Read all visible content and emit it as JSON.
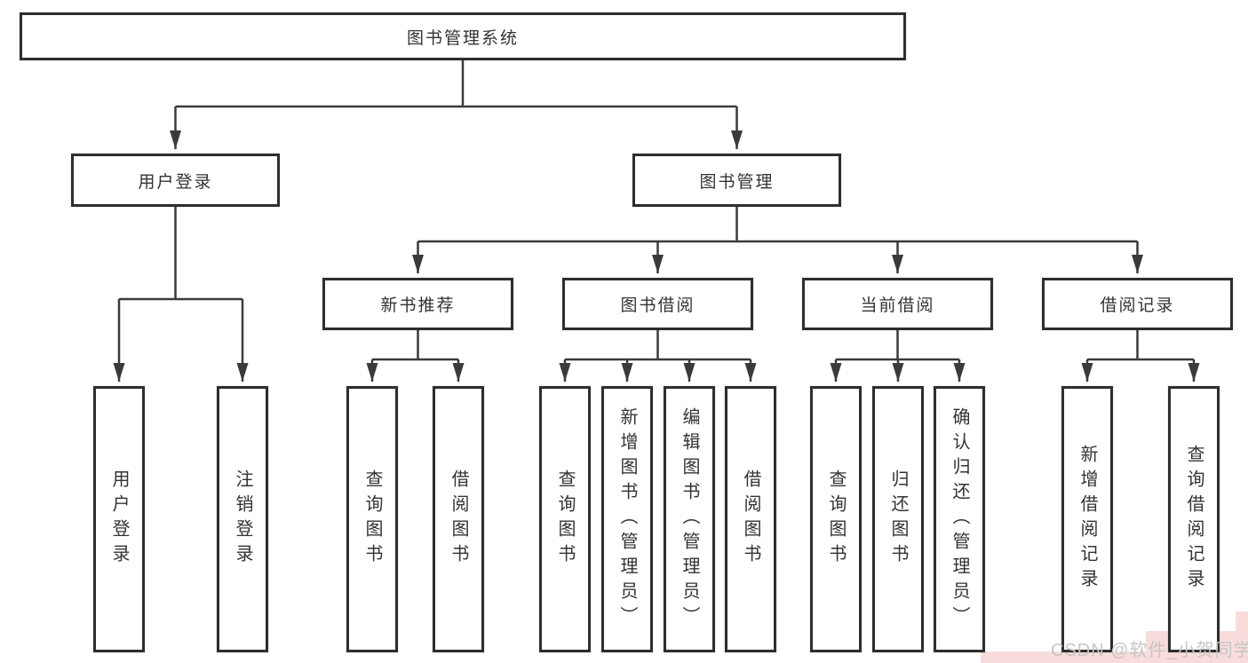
{
  "tree": {
    "root": {
      "label": "图书管理系统",
      "children": [
        {
          "label": "用户登录",
          "children": [
            {
              "label": "用户登录"
            },
            {
              "label": "注销登录"
            }
          ]
        },
        {
          "label": "图书管理",
          "children": [
            {
              "label": "新书推荐",
              "children": [
                {
                  "label": "查询图书"
                },
                {
                  "label": "借阅图书"
                }
              ]
            },
            {
              "label": "图书借阅",
              "children": [
                {
                  "label": "查询图书"
                },
                {
                  "label": "新增图书（管理员）"
                },
                {
                  "label": "编辑图书（管理员）"
                },
                {
                  "label": "借阅图书"
                }
              ]
            },
            {
              "label": "当前借阅",
              "children": [
                {
                  "label": "查询图书"
                },
                {
                  "label": "归还图书"
                },
                {
                  "label": "确认归还（管理员）"
                }
              ]
            },
            {
              "label": "借阅记录",
              "children": [
                {
                  "label": "新增借阅记录"
                },
                {
                  "label": "查询借阅记录"
                }
              ]
            }
          ]
        }
      ]
    }
  },
  "watermark": {
    "text": "CSDN @软件_小贺同学"
  },
  "colors": {
    "line": "#3a3a3a",
    "box_border": "#2e2e2e",
    "box_fill": "#ffffff",
    "text": "#333333",
    "watermark_text": "#c6c6c6",
    "watermark_bg": "#f8dcdc",
    "background": "#ffffff"
  }
}
